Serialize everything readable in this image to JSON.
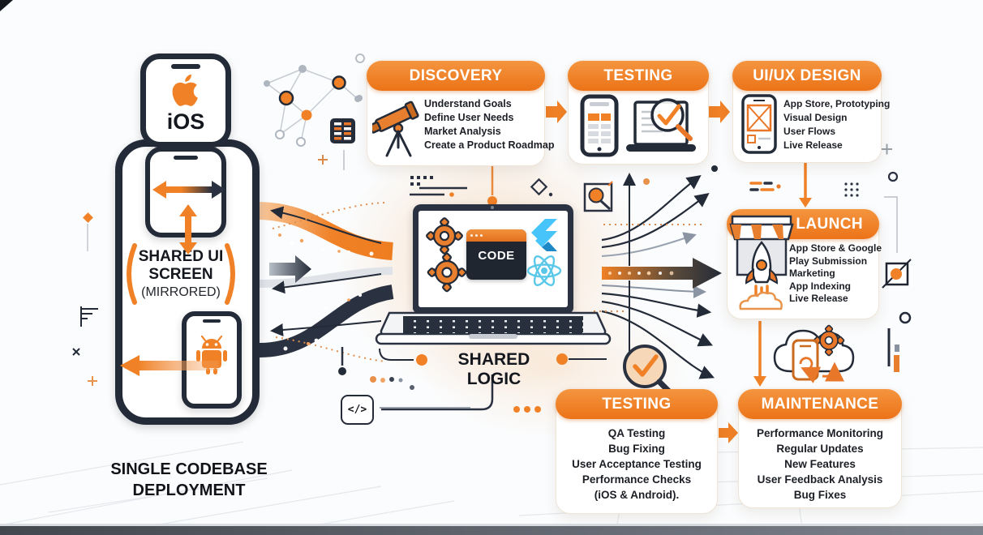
{
  "left": {
    "ios_label": "iOS",
    "shared_ui_line1": "SHARED UI",
    "shared_ui_line2": "SCREEN",
    "shared_ui_line3": "(MIRRORED)",
    "caption_line1": "SINGLE CODEBASE",
    "caption_line2": "DEPLOYMENT"
  },
  "center": {
    "code_label": "CODE",
    "shared_logic_label": "SHARED LOGIC"
  },
  "icons": {
    "code_tag": "</>"
  },
  "colors": {
    "accent": "#F08126",
    "dark": "#242B38"
  },
  "cards": {
    "discovery": {
      "title": "DISCOVERY",
      "items": [
        "Understand Goals",
        "Define User Needs",
        "Market Analysis",
        "Create a Product Roadmap"
      ]
    },
    "testing_top": {
      "title": "TESTING"
    },
    "uiux": {
      "title": "UI/UX DESIGN",
      "items": [
        "App Store, Prototyping",
        "Visual Design",
        "User Flows",
        "Live Release"
      ]
    },
    "launch": {
      "title": "LAUNCH",
      "items": [
        "App Store & Google",
        "Play Submission",
        "Marketing",
        "App Indexing",
        "Live Release"
      ]
    },
    "testing_bottom": {
      "title": "TESTING",
      "items": [
        "QA Testing",
        "Bug Fixing",
        "User Acceptance Testing",
        "Performance Checks",
        "(iOS & Android)."
      ]
    },
    "maintenance": {
      "title": "MAINTENANCE",
      "items": [
        "Performance Monitoring",
        "Regular Updates",
        "New Features",
        "User Feedback Analysis",
        "Bug Fixes"
      ]
    }
  }
}
